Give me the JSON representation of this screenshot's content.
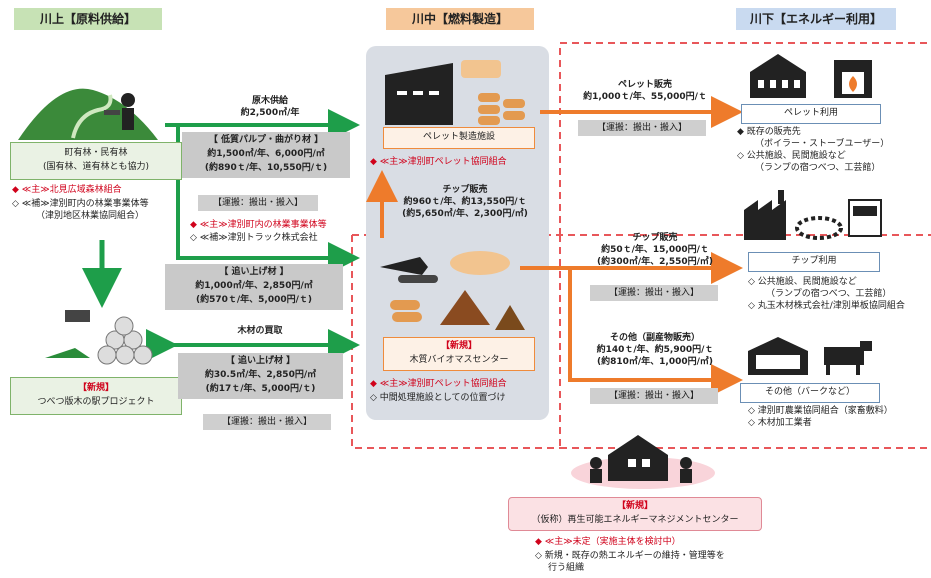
{
  "headers": {
    "upstream": "川上【原料供給】",
    "midstream": "川中【燃料製造】",
    "downstream": "川下【エネルギー利用】"
  },
  "colors": {
    "green": "#1e9e4a",
    "orange": "#ee7b2b",
    "blue_header": "#c9daf0",
    "dashed_red": "#e8575a"
  },
  "upstream": {
    "forest_box": [
      "町有林・民有林",
      "(国有林、道有林とも協力)"
    ],
    "main_org": "◆ ≪主≫北見広域森林組合",
    "sub_org": [
      "◇ ≪補≫津別町内の林業事業体等",
      "（津別地区林業協同組合）"
    ],
    "new_tag": "【新規】",
    "project": "つべつ版木の駅プロジェクト"
  },
  "flow_log": {
    "title": [
      "原木供給",
      "約2,500㎥/年"
    ],
    "pulp": [
      "【 低質パルプ・曲がり材 】",
      "約1,500㎥/年、6,000円/㎥",
      "(約890ｔ/年、10,550円/ｔ)"
    ],
    "transport": "【運搬：搬出・搬入】",
    "main_org": "◆ ≪主≫津別町内の林業事業体等",
    "sub_org": "◇ ≪補≫津別トラック株式会社",
    "oiage1": [
      "【 追い上げ材 】",
      "約1,000㎥/年、2,850円/㎥",
      "(約570ｔ/年、5,000円/ｔ)"
    ],
    "purchase_title": "木材の買取",
    "oiage2": [
      "【 追い上げ材 】",
      "約30.5㎥/年、2,850円/㎥",
      "(約17ｔ/年、5,000円/ｔ)"
    ],
    "transport2": "【運搬：搬出・搬入】"
  },
  "midstream": {
    "pellet_plant": "ペレット製造施設",
    "pellet_org": "◆ ≪主≫津別町ペレット協同組合",
    "chip_sale": [
      "チップ販売",
      "約960ｔ/年、約13,550円/ｔ",
      "(約5,650㎥/年、2,300円/㎥)"
    ],
    "new_tag": "【新規】",
    "biomass_center": "木質バイオマスセンター",
    "biomass_org": "◆ ≪主≫津別町ペレット協同組合",
    "biomass_note": "◇ 中間処理施設としての位置づけ"
  },
  "downstream": {
    "pellet_sale": [
      "ペレット販売",
      "約1,000ｔ/年、55,000円/ｔ"
    ],
    "transport_a": "【運搬：搬出・搬入】",
    "pellet_use": "ペレット利用",
    "pellet_use_list": [
      "◆ 既存の販売先",
      "（ボイラー・ストーブユーザー）",
      "◇ 公共施設、民間施設など",
      "（ランプの宿つべつ、工芸館）"
    ],
    "chip_sale": [
      "チップ販売",
      "約50ｔ/年、15,000円/ｔ",
      "(約300㎥/年、2,550円/㎥)"
    ],
    "transport_b": "【運搬：搬出・搬入】",
    "chip_use": "チップ利用",
    "chip_use_list": [
      "◇ 公共施設、民間施設など",
      "（ランプの宿つべつ、工芸館）",
      "◇ 丸玉木材株式会社/津別単板協同組合"
    ],
    "other_sale": [
      "その他（副産物販売）",
      "約140ｔ/年、約5,900円/ｔ",
      "(約810㎥/年、1,000円/㎥)"
    ],
    "transport_c": "【運搬：搬出・搬入】",
    "other_use": "その他（バークなど）",
    "other_use_list": [
      "◇ 津別町農業協同組合（家畜敷料）",
      "◇ 木材加工業者"
    ]
  },
  "center": {
    "new_tag": "【新規】",
    "title": "（仮称）再生可能エネルギーマネジメントセンター",
    "main": "◆ ≪主≫未定（実施主体を検討中）",
    "note": [
      "◇ 新規・既存の熱エネルギーの維持・管理等を",
      "行う組織"
    ]
  }
}
